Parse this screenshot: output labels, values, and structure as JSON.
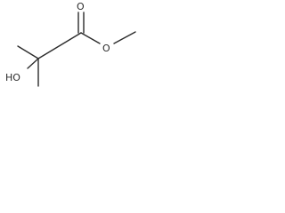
{
  "molecule": {
    "atoms": {
      "carbonyl_oxygen": "O",
      "ester_oxygen": "O",
      "hydroxyl": "HO"
    }
  },
  "colors": {
    "line": "#2b2b2b",
    "background": "#ffffff"
  }
}
